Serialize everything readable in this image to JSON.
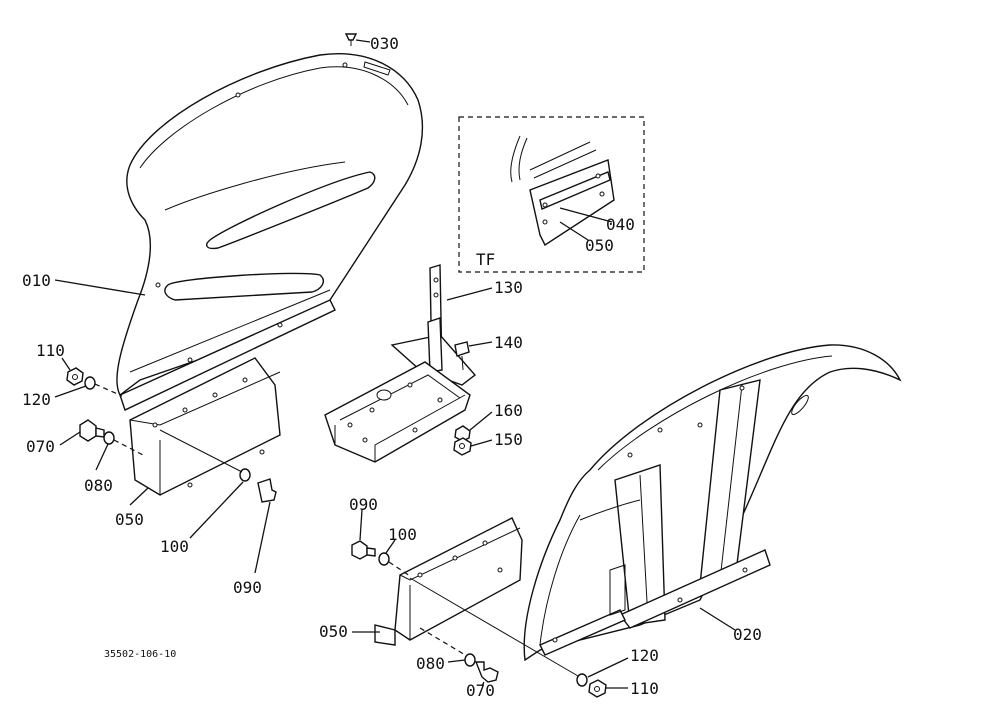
{
  "callouts": {
    "c030": "030",
    "c010": "010",
    "c110a": "110",
    "c120a": "120",
    "c070a": "070",
    "c080a": "080",
    "c050a": "050",
    "c100a": "100",
    "c090a": "090",
    "c130": "130",
    "c140": "140",
    "c160": "160",
    "c150": "150",
    "c040": "040",
    "c050tf": "050",
    "tf": "TF",
    "c090b": "090",
    "c100b": "100",
    "c050b": "050",
    "c080b": "080",
    "c070b": "070",
    "c020": "020",
    "c120b": "120",
    "c110b": "110"
  },
  "figure_code": "35502-106-10"
}
